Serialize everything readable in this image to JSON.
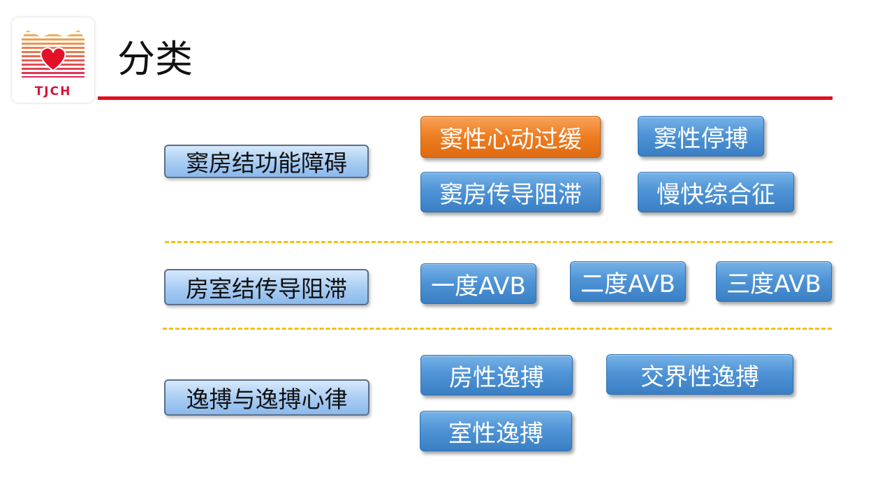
{
  "slide": {
    "title": "分类",
    "logo": {
      "text": "TJCH",
      "icon": "heart-logo-icon"
    }
  },
  "colors": {
    "rule": "#e0101f",
    "divider": "#f5c000",
    "item_blue": "#4f94d6",
    "item_highlight": "#ee7c20",
    "category_fill": "#a6cbf2"
  },
  "groups": [
    {
      "category": "窦房结功能障碍",
      "items": [
        {
          "label": "窦性心动过缓",
          "highlight": true
        },
        {
          "label": "窦性停搏",
          "highlight": false
        },
        {
          "label": "窦房传导阻滞",
          "highlight": false
        },
        {
          "label": "慢快综合征",
          "highlight": false
        }
      ]
    },
    {
      "category": "房室结传导阻滞",
      "items": [
        {
          "label": "一度AVB",
          "highlight": false
        },
        {
          "label": "二度AVB",
          "highlight": false
        },
        {
          "label": "三度AVB",
          "highlight": false
        }
      ]
    },
    {
      "category": "逸搏与逸搏心律",
      "items": [
        {
          "label": "房性逸搏",
          "highlight": false
        },
        {
          "label": "交界性逸搏",
          "highlight": false
        },
        {
          "label": "室性逸搏",
          "highlight": false
        }
      ]
    }
  ]
}
